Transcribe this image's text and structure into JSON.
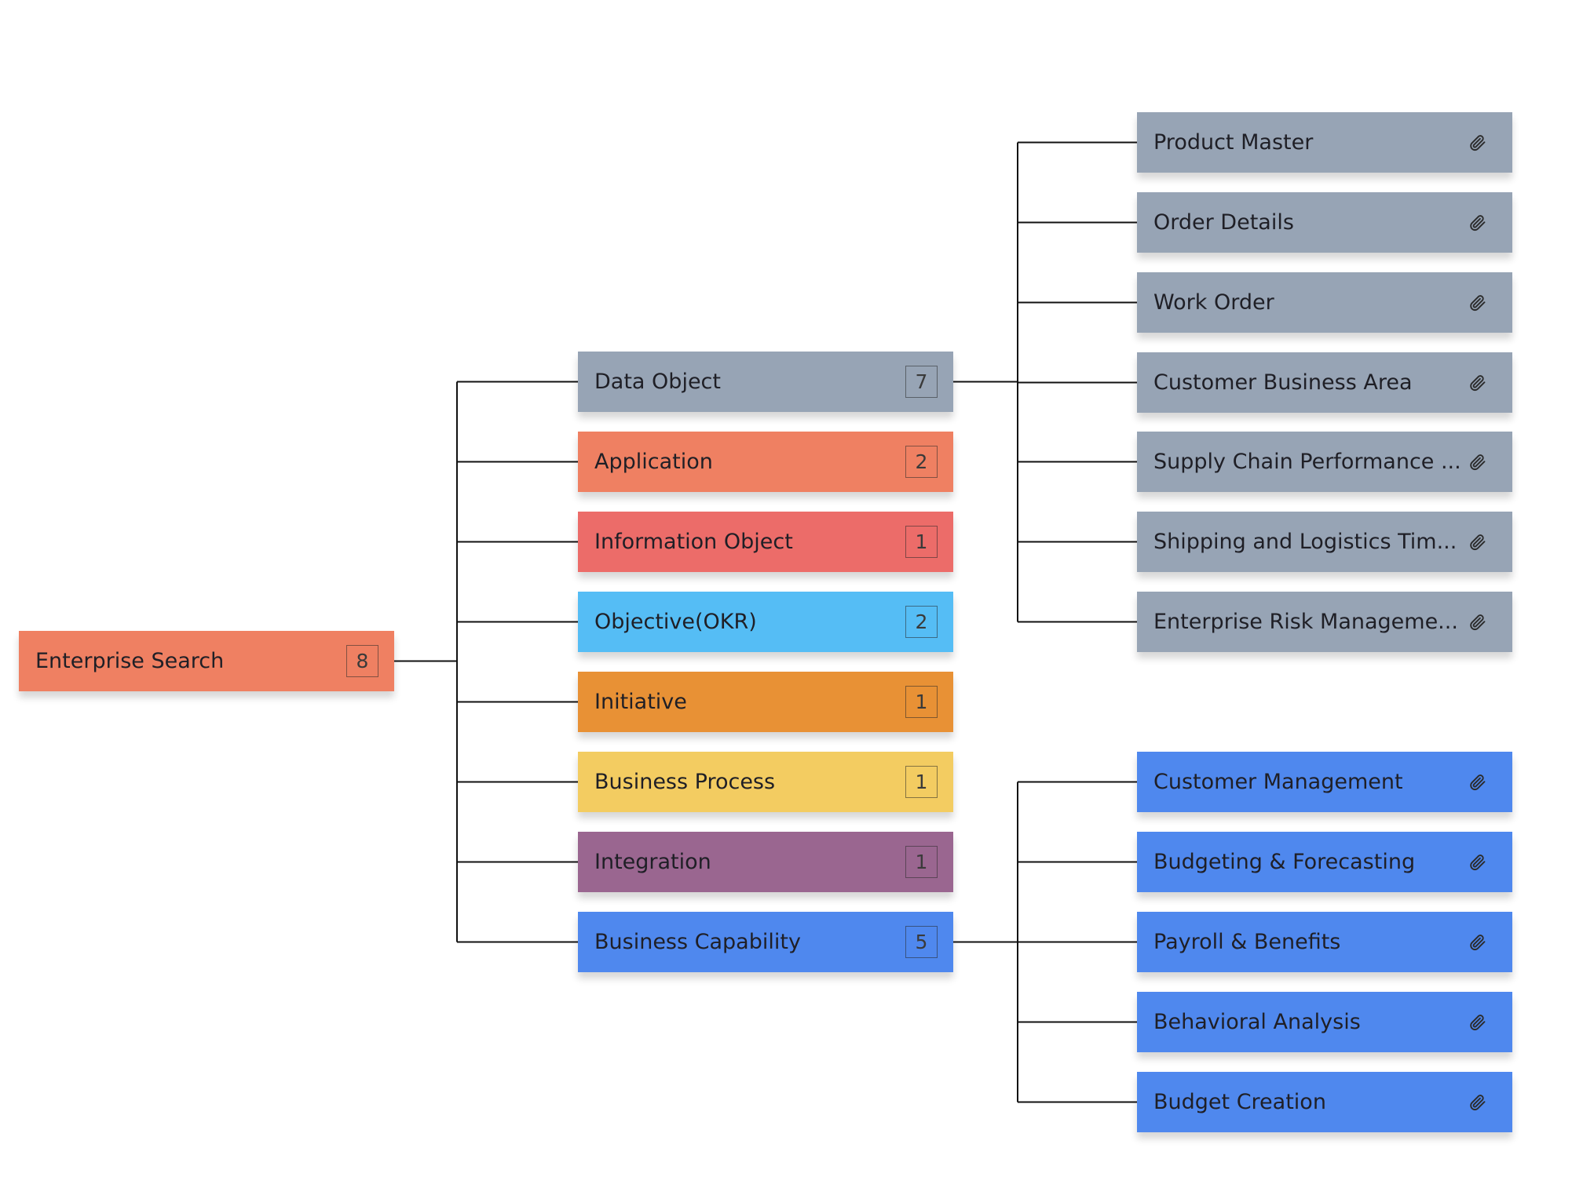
{
  "root": {
    "label": "Enterprise Search",
    "count": "8",
    "color": "#ef8062"
  },
  "categories": [
    {
      "label": "Data Object",
      "count": "7",
      "color": "#97a4b5"
    },
    {
      "label": "Application",
      "count": "2",
      "color": "#ef8062"
    },
    {
      "label": "Information Object",
      "count": "1",
      "color": "#ec6c69"
    },
    {
      "label": "Objective(OKR)",
      "count": "2",
      "color": "#55bdf5"
    },
    {
      "label": "Initiative",
      "count": "1",
      "color": "#e89135"
    },
    {
      "label": "Business Process",
      "count": "1",
      "color": "#f3cc61"
    },
    {
      "label": "Integration",
      "count": "1",
      "color": "#9a6690"
    },
    {
      "label": "Business Capability",
      "count": "5",
      "color": "#4f88ee"
    }
  ],
  "data_object_items": {
    "parent": "Data Object",
    "color": "#97a4b5",
    "icon": "paperclip-icon",
    "items": [
      {
        "label": "Product Master"
      },
      {
        "label": "Order Details"
      },
      {
        "label": "Work Order"
      },
      {
        "label": "Customer Business Area"
      },
      {
        "label": "Supply Chain Performance ..."
      },
      {
        "label": "Shipping and Logistics Tim..."
      },
      {
        "label": "Enterprise Risk Manageme..."
      }
    ]
  },
  "business_capability_items": {
    "parent": "Business Capability",
    "color": "#4f88ee",
    "icon": "paperclip-icon",
    "items": [
      {
        "label": "Customer Management"
      },
      {
        "label": "Budgeting & Forecasting"
      },
      {
        "label": "Payroll & Benefits"
      },
      {
        "label": "Behavioral Analysis"
      },
      {
        "label": "Budget Creation"
      }
    ]
  }
}
